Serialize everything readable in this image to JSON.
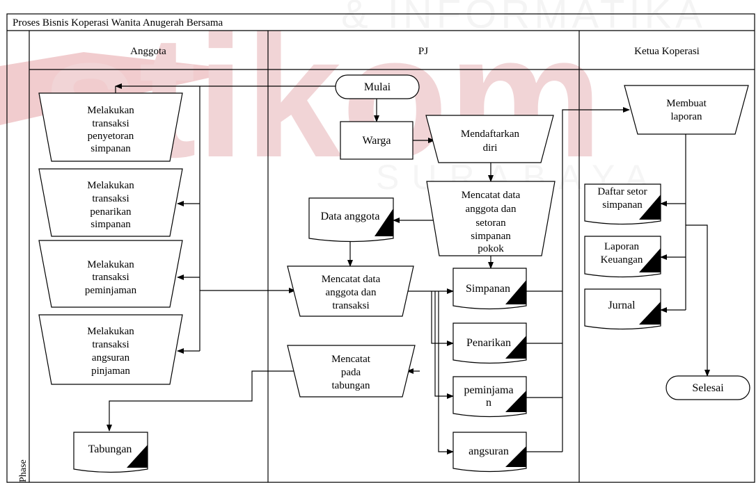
{
  "title": "Proses Bisnis Koperasi Wanita Anugerah Bersama",
  "watermark": {
    "big": "stikom",
    "top": "& INFORMATIKA",
    "middle": "SURABAYA",
    "color": "#e08a8f"
  },
  "lanes": {
    "anggota": "Anggota",
    "pj": "PJ",
    "ketua": "Ketua Koperasi",
    "phase": "Phase"
  },
  "nodes": {
    "mulai": "Mulai",
    "selesai": "Selesai",
    "warga": "Warga",
    "mendaftarkan": [
      "Mendaftarkan",
      "diri"
    ],
    "mencatat_setoran": [
      "Mencatat data",
      "anggota dan",
      "setoran",
      "simpanan",
      "pokok"
    ],
    "data_anggota": "Data anggota",
    "mencatat_transaksi": [
      "Mencatat data",
      "anggota dan",
      "transaksi"
    ],
    "mencatat_tabungan": [
      "Mencatat",
      "pada",
      "tabungan"
    ],
    "simpanan": "Simpanan",
    "penarikan": "Penarikan",
    "peminjaman": [
      "peminjama",
      "n"
    ],
    "angsuran": "angsuran",
    "tabungan": "Tabungan",
    "anggota_penyetoran": [
      "Melakukan",
      "transaksi",
      "penyetoran",
      "simpanan"
    ],
    "anggota_penarikan": [
      "Melakukan",
      "transaksi",
      "penarikan",
      "simpanan"
    ],
    "anggota_peminjaman": [
      "Melakukan",
      "transaksi",
      "peminjaman"
    ],
    "anggota_angsuran": [
      "Melakukan",
      "transaksi",
      "angsuran",
      "pinjaman"
    ],
    "membuat_laporan": [
      "Membuat",
      "laporan"
    ],
    "daftar_setor": [
      "Daftar setor",
      "simpanan"
    ],
    "laporan_keuangan": [
      "Laporan",
      "Keuangan"
    ],
    "jurnal": "Jurnal"
  }
}
